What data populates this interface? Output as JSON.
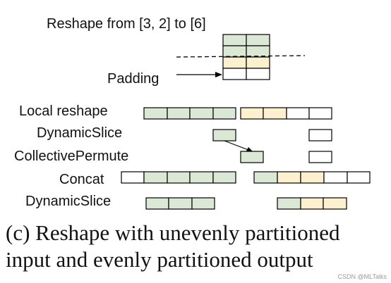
{
  "title": "Reshape from [3, 2] to [6]",
  "padding_label": "Padding",
  "rows": [
    {
      "label": "Local reshape"
    },
    {
      "label": "DynamicSlice"
    },
    {
      "label": "CollectivePermute"
    },
    {
      "label": "Concat"
    },
    {
      "label": "DynamicSlice"
    }
  ],
  "caption_line1": "(c) Reshape with unevenly partitioned",
  "caption_line2": "input and evenly partitioned output",
  "watermark": "CSDN @MLTalks",
  "colors": {
    "green": "#dbe8d5",
    "yellow": "#fdf0cf",
    "white": "#ffffff",
    "stroke": "#000000"
  }
}
